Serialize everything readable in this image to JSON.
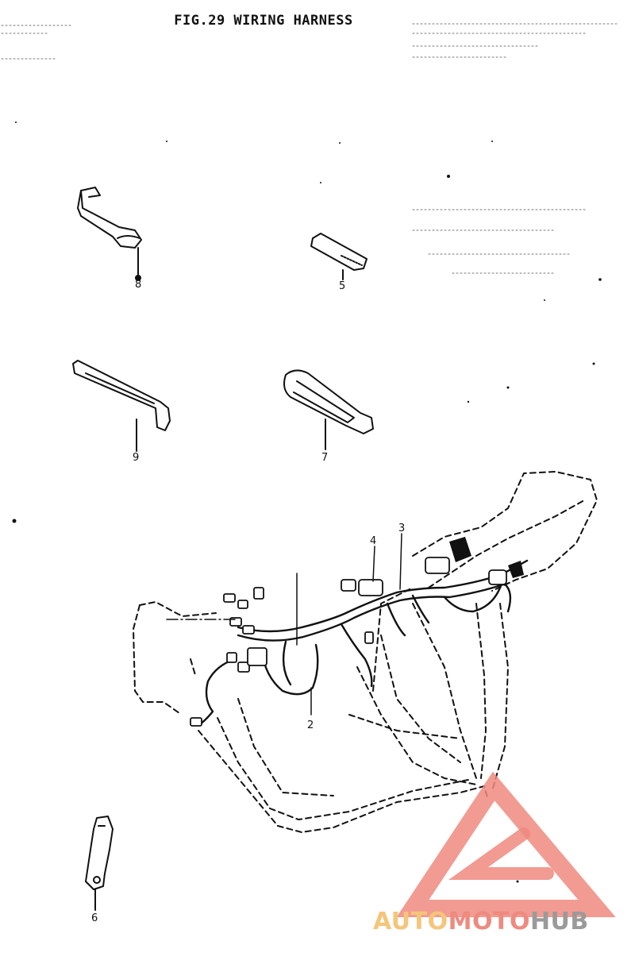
{
  "figure": {
    "title": "FIG.29  WIRING HARNESS"
  },
  "callouts": [
    {
      "id": "8",
      "label": "8"
    },
    {
      "id": "5",
      "label": "5"
    },
    {
      "id": "9",
      "label": "9"
    },
    {
      "id": "7",
      "label": "7"
    },
    {
      "id": "4",
      "label": "4"
    },
    {
      "id": "3",
      "label": "3"
    },
    {
      "id": "2",
      "label": "2"
    },
    {
      "id": "6",
      "label": "6"
    }
  ],
  "watermark": {
    "part_a": "AUTO",
    "part_b": "MOTO",
    "part_c": "HUB",
    "logo": "triangle-logo",
    "colors": {
      "primary": "#ee8a7f",
      "secondary": "#f5c57a",
      "tertiary": "#9a9a9a"
    }
  }
}
